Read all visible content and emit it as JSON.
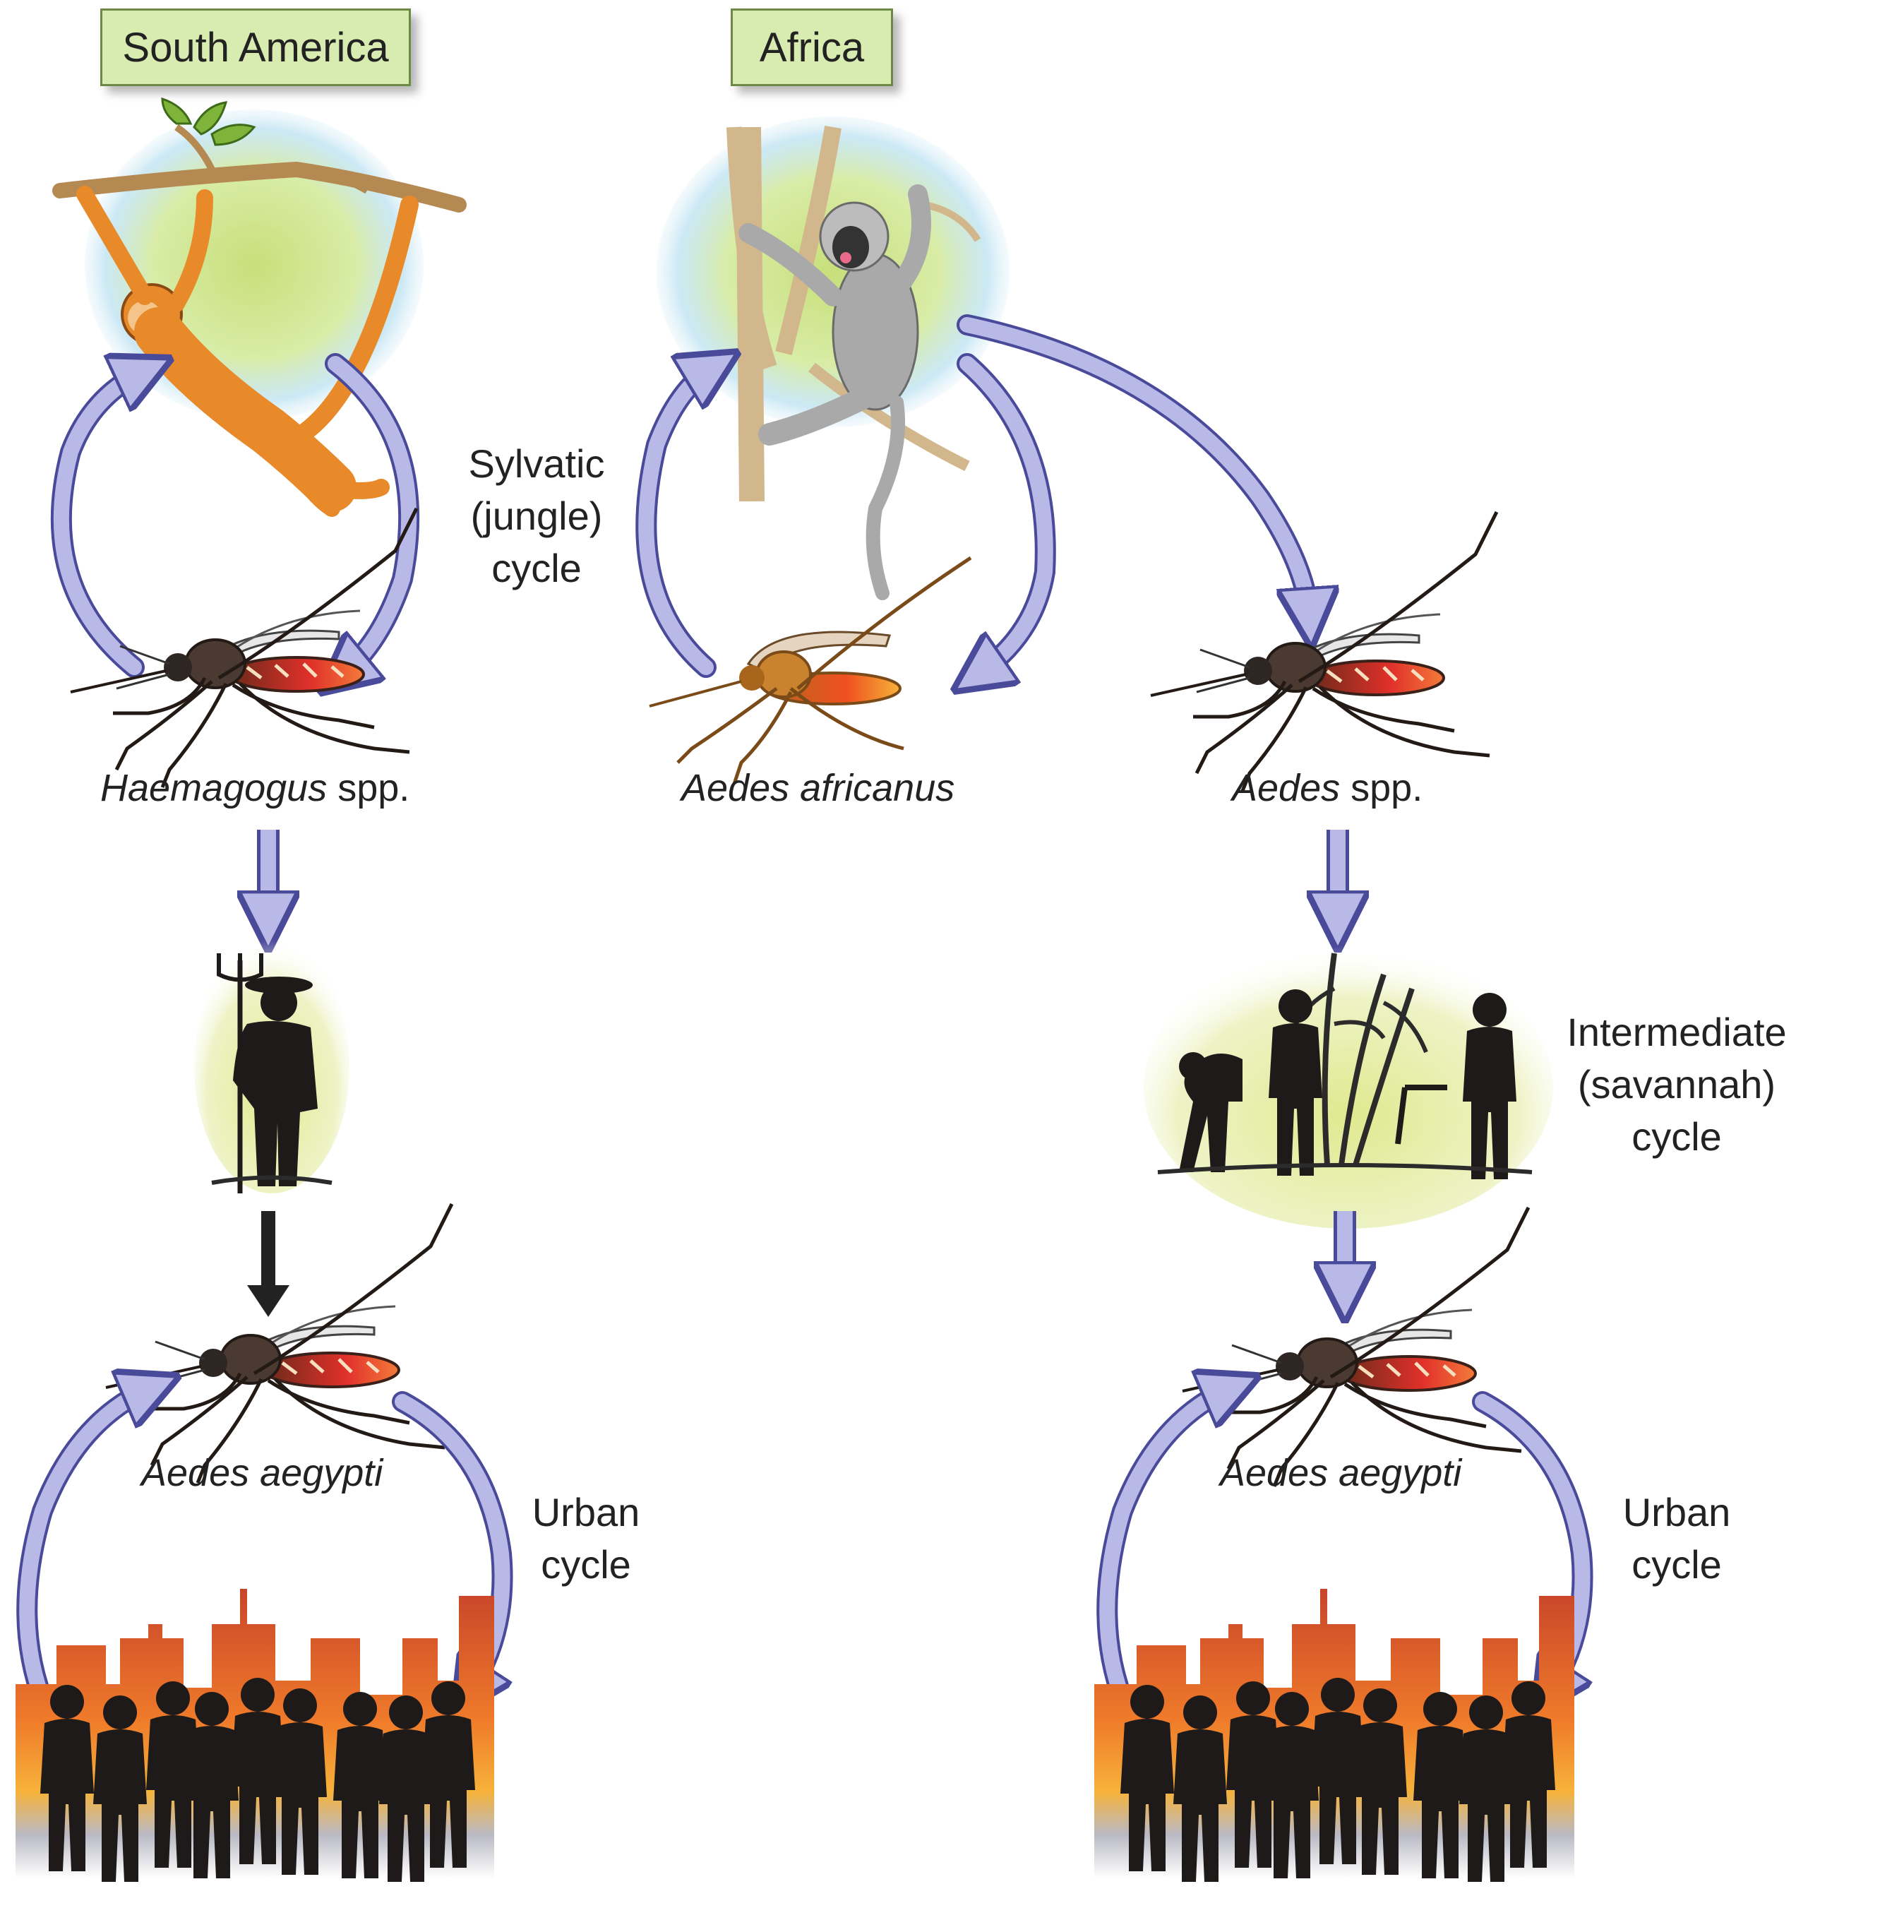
{
  "regions": {
    "south_america": "South America",
    "africa": "Africa"
  },
  "species": {
    "haemagogus": {
      "genus": "Haemagogus",
      "suffix": " spp."
    },
    "aedes_africanus": {
      "name": "Aedes africanus"
    },
    "aedes_spp": {
      "genus": "Aedes",
      "suffix": " spp."
    },
    "aedes_aegypti_left": {
      "name": "Aedes aegypti"
    },
    "aedes_aegypti_right": {
      "name": "Aedes aegypti"
    }
  },
  "cycles": {
    "sylvatic": [
      "Sylvatic",
      "(jungle)",
      "cycle"
    ],
    "intermediate": [
      "Intermediate",
      "(savannah)",
      "cycle"
    ],
    "urban_left": [
      "Urban",
      "cycle"
    ],
    "urban_right": [
      "Urban",
      "cycle"
    ]
  },
  "colors": {
    "arrow_fill": "#b8b9e6",
    "arrow_stroke": "#4a4a9a",
    "box_fill": "#d8ebb0",
    "box_border": "#6d8a45",
    "monkey_orange": "#e8892a",
    "monkey_grey": "#a9a9a9",
    "silhouette": "#1e1a1a",
    "jungle_glow": "#c7df7a",
    "sky_blue": "#bfe3f2"
  },
  "icons": [
    "spider-monkey-icon",
    "vervet-monkey-icon",
    "mosquito-icon",
    "farmer-icon",
    "field-workers-icon",
    "city-crowd-icon"
  ]
}
